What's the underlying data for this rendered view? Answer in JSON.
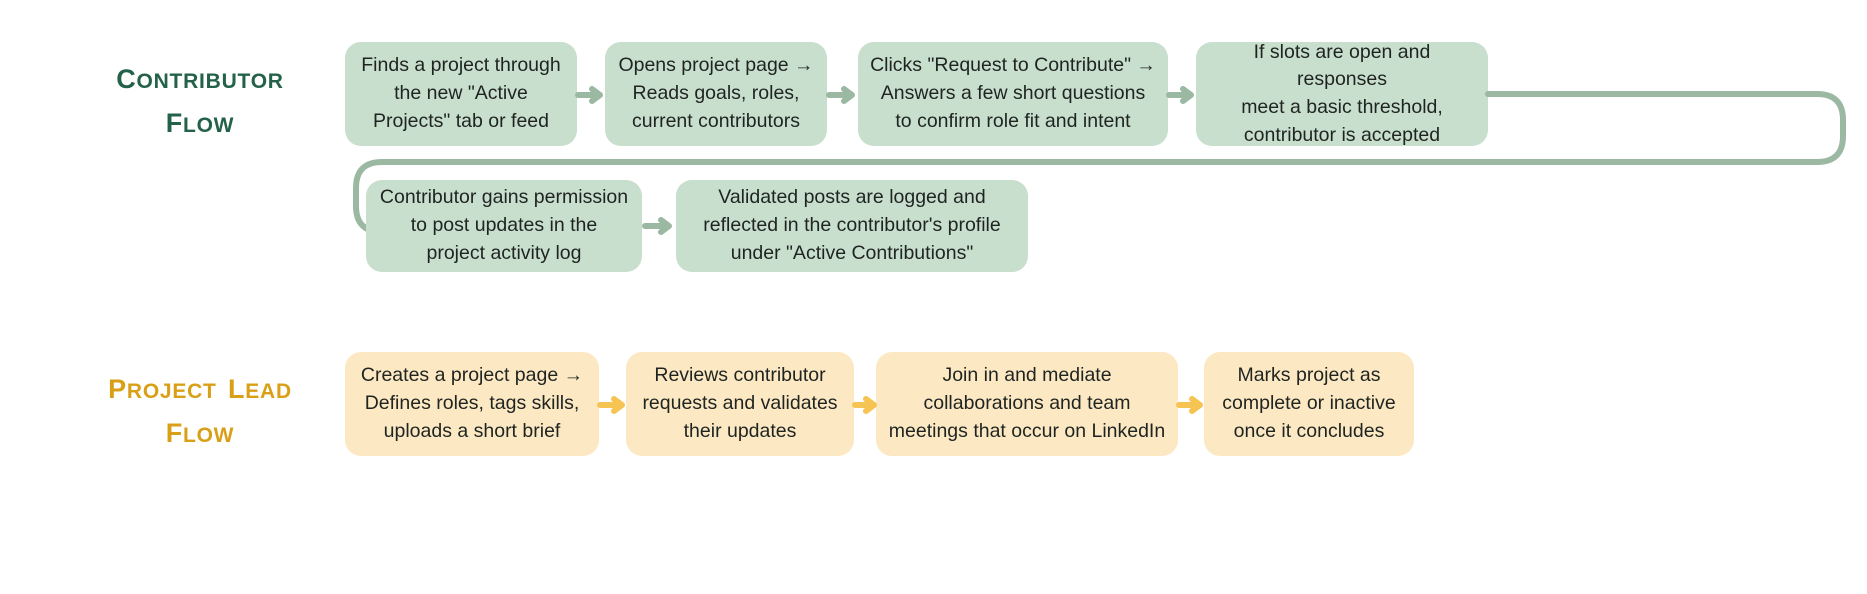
{
  "diagram": {
    "title_contributor": "Contributor Flow",
    "title_lead": "Project Lead Flow",
    "colors": {
      "green_text": "#236249",
      "green_box": "#c8dfcd",
      "green_arrow": "#9bb8a3",
      "amber_text": "#D9A017",
      "amber_box": "#fce9c4",
      "amber_arrow": "#f6c453",
      "body_text": "#1f2421",
      "background": "#ffffff"
    }
  },
  "contributor_flow": {
    "label": "Contributor Flow",
    "label_line1": "Contributor",
    "label_line2": "Flow",
    "row1": [
      {
        "id": "c1",
        "text": "Finds a project through\nthe new \"Active\nProjects\" tab or feed"
      },
      {
        "id": "c2",
        "text": "Opens project page →\nReads goals, roles,\ncurrent contributors"
      },
      {
        "id": "c3",
        "text": "Clicks \"Request to Contribute\" →\nAnswers a few short questions\nto confirm role fit and intent"
      },
      {
        "id": "c4",
        "text": "If slots are open and responses\nmeet a basic threshold,\ncontributor is accepted"
      }
    ],
    "row2": [
      {
        "id": "c5",
        "text": "Contributor gains permission\nto post updates in the\nproject activity log"
      },
      {
        "id": "c6",
        "text": "Validated posts are logged and\nreflected in the contributor's profile\nunder \"Active Contributions\""
      }
    ],
    "arrows": [
      "arrow-c1-c2",
      "arrow-c2-c3",
      "arrow-c3-c4",
      "arrow-c4-c5-wrap",
      "arrow-c5-c6"
    ]
  },
  "project_lead_flow": {
    "label": "Project Lead Flow",
    "label_line1": "Project Lead",
    "label_line2": "Flow",
    "row1": [
      {
        "id": "p1",
        "text": "Creates a project page →\nDefines roles, tags skills,\nuploads a short brief"
      },
      {
        "id": "p2",
        "text": "Reviews contributor\nrequests and validates\ntheir updates"
      },
      {
        "id": "p3",
        "text": "Join in and mediate\ncollaborations and team\nmeetings that occur on LinkedIn"
      },
      {
        "id": "p4",
        "text": "Marks project as\ncomplete or inactive\nonce it concludes"
      }
    ],
    "arrows": [
      "arrow-p1-p2",
      "arrow-p2-p3",
      "arrow-p3-p4"
    ]
  }
}
